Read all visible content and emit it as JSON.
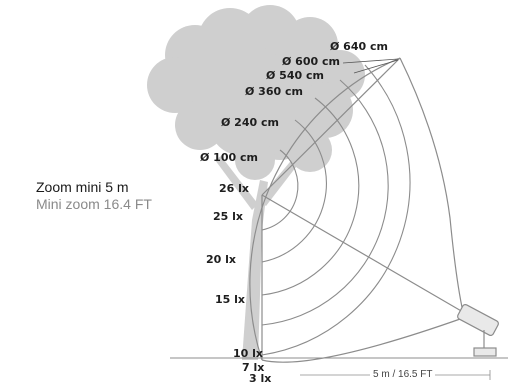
{
  "title": {
    "product": "Zoom mini 5 m",
    "subtitle": "Mini zoom 16.4 FT"
  },
  "beam_diameters": [
    "Ø 640 cm",
    "Ø 600 cm",
    "Ø 540 cm",
    "Ø 360 cm",
    "Ø 240 cm",
    "Ø 100 cm"
  ],
  "illuminance_levels": [
    "26 lx",
    "25 lx",
    "20 lx",
    "15 lx",
    "10 lx",
    "7 lx",
    "3 lx"
  ],
  "distance": "5 m / 16.5 FT",
  "colors": {
    "tree": "#cfcfcf",
    "lines": "#8c8c8c",
    "text": "#1e1e1e"
  }
}
